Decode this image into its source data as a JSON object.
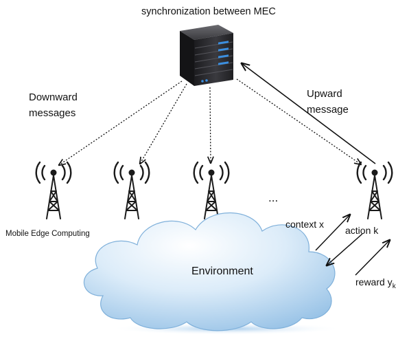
{
  "title": "synchronization between MEC",
  "downward_label": [
    "Downward",
    "messages"
  ],
  "upward_label": [
    "Upward",
    "message"
  ],
  "mec_label": "Mobile Edge Computing",
  "ellipsis": "...",
  "environment_label": "Environment",
  "context_label": "context x",
  "action_label": "action k",
  "reward_label": "reward y",
  "reward_subscript": "k",
  "colors": {
    "tower": "#1a1a1a",
    "cloud_light": "#ffffff",
    "cloud_dark": "#a9cfee",
    "cloud_edge": "#6a9bc7",
    "server_body": "#2b2b2e",
    "server_led": "#3b8fe0",
    "arrow": "#111111"
  },
  "icons": {
    "server": "server-icon",
    "tower": "antenna-tower-icon",
    "cloud": "cloud-icon"
  }
}
